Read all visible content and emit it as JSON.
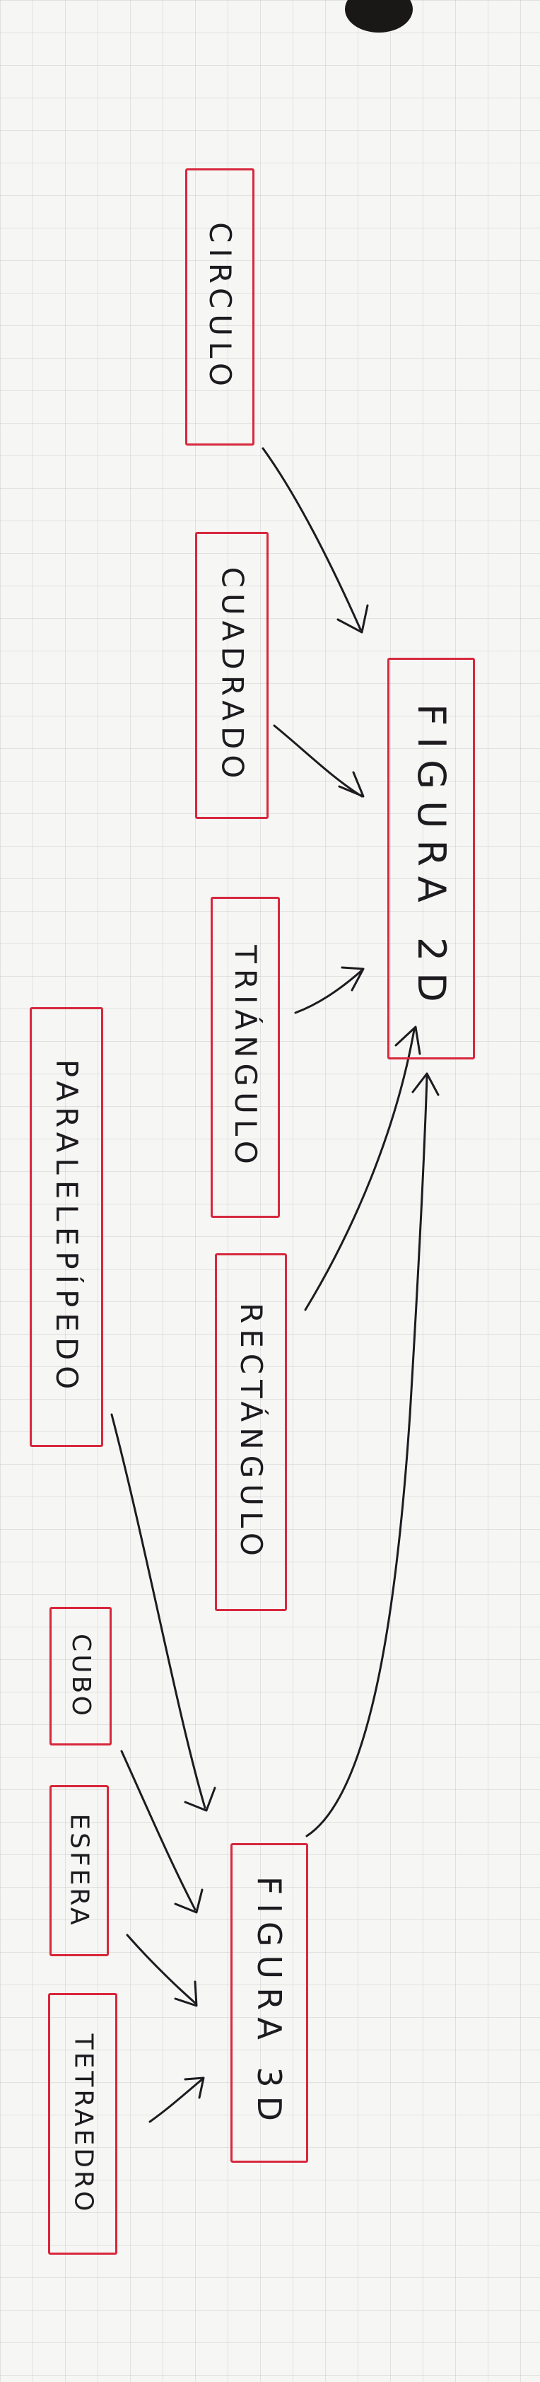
{
  "diagram": {
    "nodes_2d": {
      "circle": "CIRCULO",
      "square": "CUADRADO",
      "triangle": "TRIÁNGULO",
      "rectangle": "RECTÁNGULO"
    },
    "target_2d": "FIGURA 2D",
    "nodes_3d": {
      "parallelepiped": "PARALELEPÍPEDO",
      "cube": "CUBO",
      "sphere": "ESFERA",
      "tetrahedron": "TETRAEDRO"
    },
    "target_3d": "FIGURA 3D",
    "colors": {
      "box_border": "#d7283e",
      "ink": "#1d1b1f",
      "grid": "#9696a0"
    }
  }
}
